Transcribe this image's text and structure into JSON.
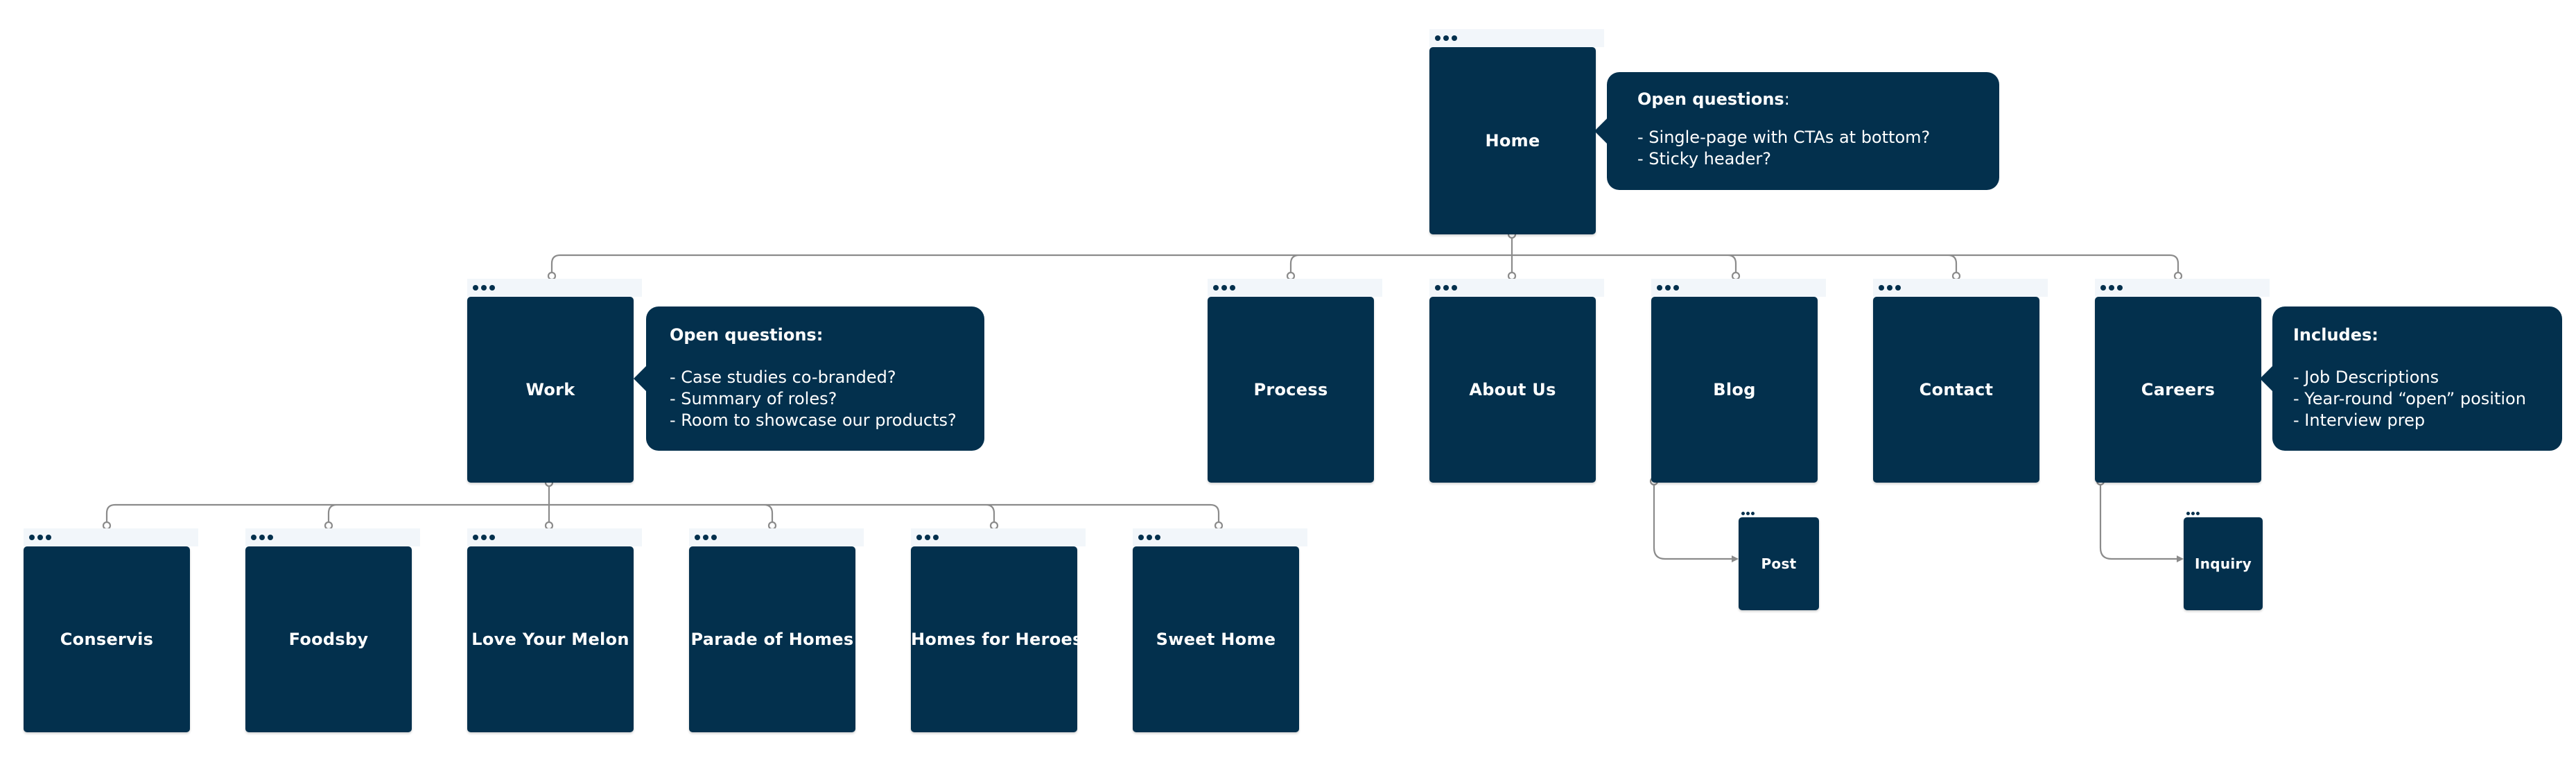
{
  "colors": {
    "page": "#03304d",
    "connector": "#8b8b8b",
    "bar": "#f2f6fa"
  },
  "pages": {
    "home": "Home",
    "work": "Work",
    "process": "Process",
    "about": "About Us",
    "blog": "Blog",
    "contact": "Contact",
    "careers": "Careers",
    "conservis": "Conservis",
    "foodsby": "Foodsby",
    "love_your_melon": "Love Your Melon",
    "parade_of_homes": "Parade of Homes",
    "homes_for_heroes": "Homes for Heroes",
    "sweet_home": "Sweet Home",
    "post": "Post",
    "inquiry": "Inquiry"
  },
  "notes": {
    "home": {
      "title": "Open questions",
      "suffix": ":",
      "items": [
        "- Single-page with CTAs at bottom?",
        "- Sticky header?"
      ]
    },
    "work": {
      "title": "Open questions:",
      "items": [
        "- Case studies co-branded?",
        "- Summary of roles?",
        "- Room to showcase our products?"
      ]
    },
    "careers": {
      "title": "Includes:",
      "items": [
        "- Job Descriptions",
        "- Year-round “open” position",
        "- Interview prep"
      ]
    }
  }
}
